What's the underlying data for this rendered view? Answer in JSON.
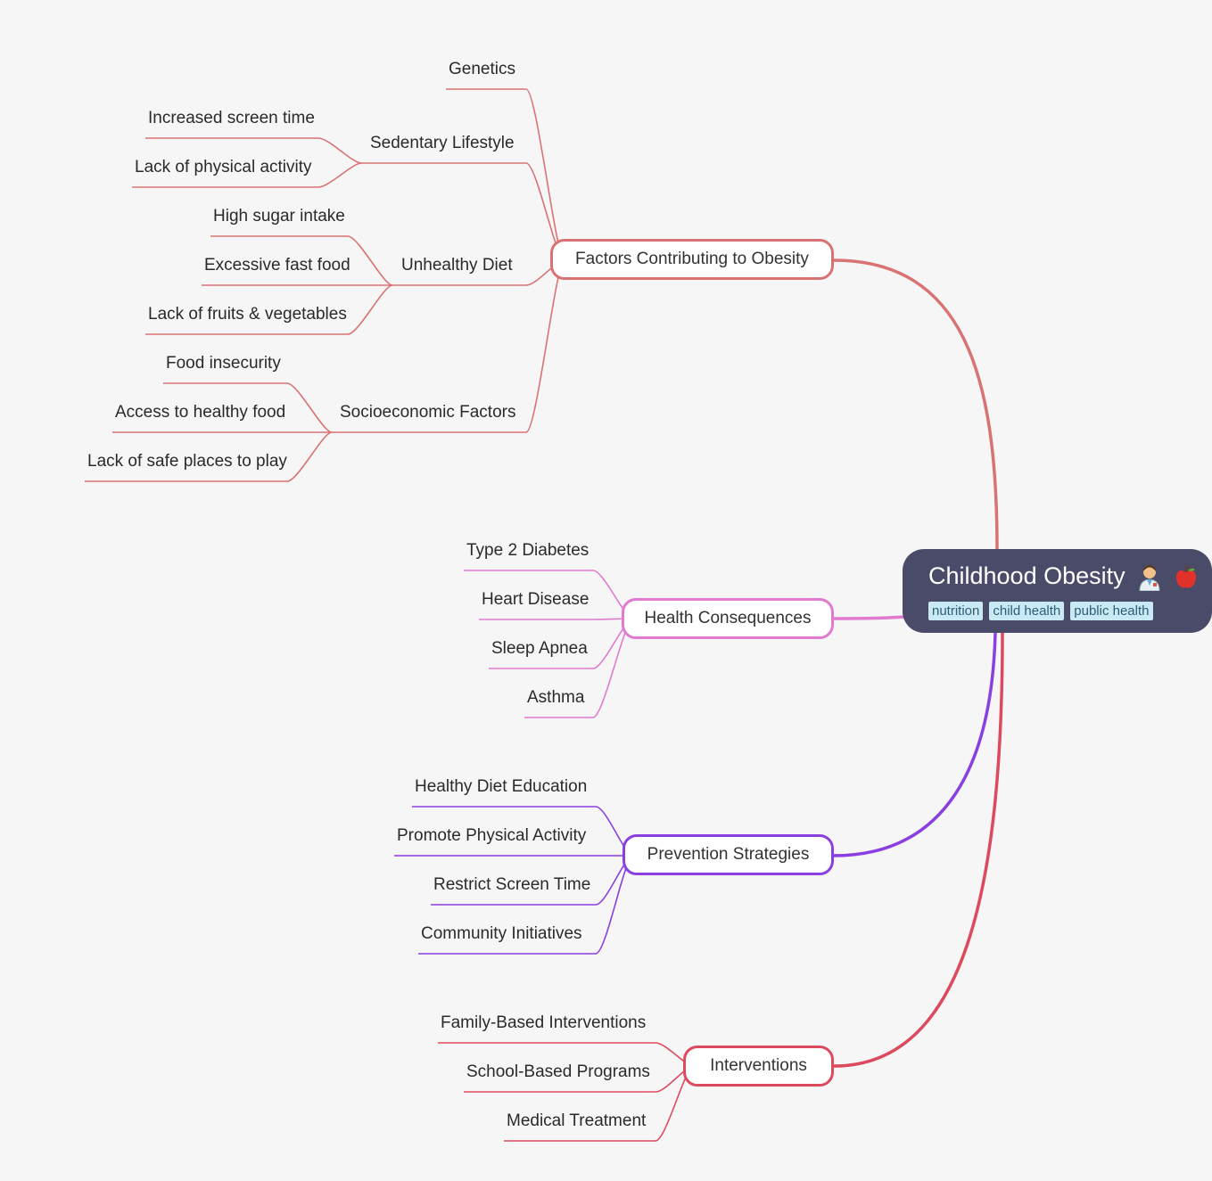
{
  "root": {
    "title": "Childhood Obesity",
    "emoji_icons": [
      "health-worker-icon",
      "apple-icon"
    ],
    "tags": [
      "nutrition",
      "child health",
      "public health"
    ]
  },
  "branches": [
    {
      "label": "Factors Contributing to Obesity",
      "color": "#d97373",
      "children": [
        {
          "label": "Genetics",
          "children": []
        },
        {
          "label": "Sedentary Lifestyle",
          "children": [
            "Increased screen time",
            "Lack of physical activity"
          ]
        },
        {
          "label": "Unhealthy Diet",
          "children": [
            "High sugar intake",
            "Excessive fast food",
            "Lack of fruits & vegetables"
          ]
        },
        {
          "label": "Socioeconomic Factors",
          "children": [
            "Food insecurity",
            "Access to healthy food",
            "Lack of safe places to play"
          ]
        }
      ]
    },
    {
      "label": "Health Consequences",
      "color": "#e27ad0",
      "children": [
        "Type 2 Diabetes",
        "Heart Disease",
        "Sleep Apnea",
        "Asthma"
      ]
    },
    {
      "label": "Prevention Strategies",
      "color": "#8a3fe0",
      "children": [
        "Healthy Diet Education",
        "Promote Physical Activity",
        "Restrict Screen Time",
        "Community Initiatives"
      ]
    },
    {
      "label": "Interventions",
      "color": "#dd4a5e",
      "children": [
        "Family-Based Interventions",
        "School-Based Programs",
        "Medical Treatment"
      ]
    }
  ]
}
